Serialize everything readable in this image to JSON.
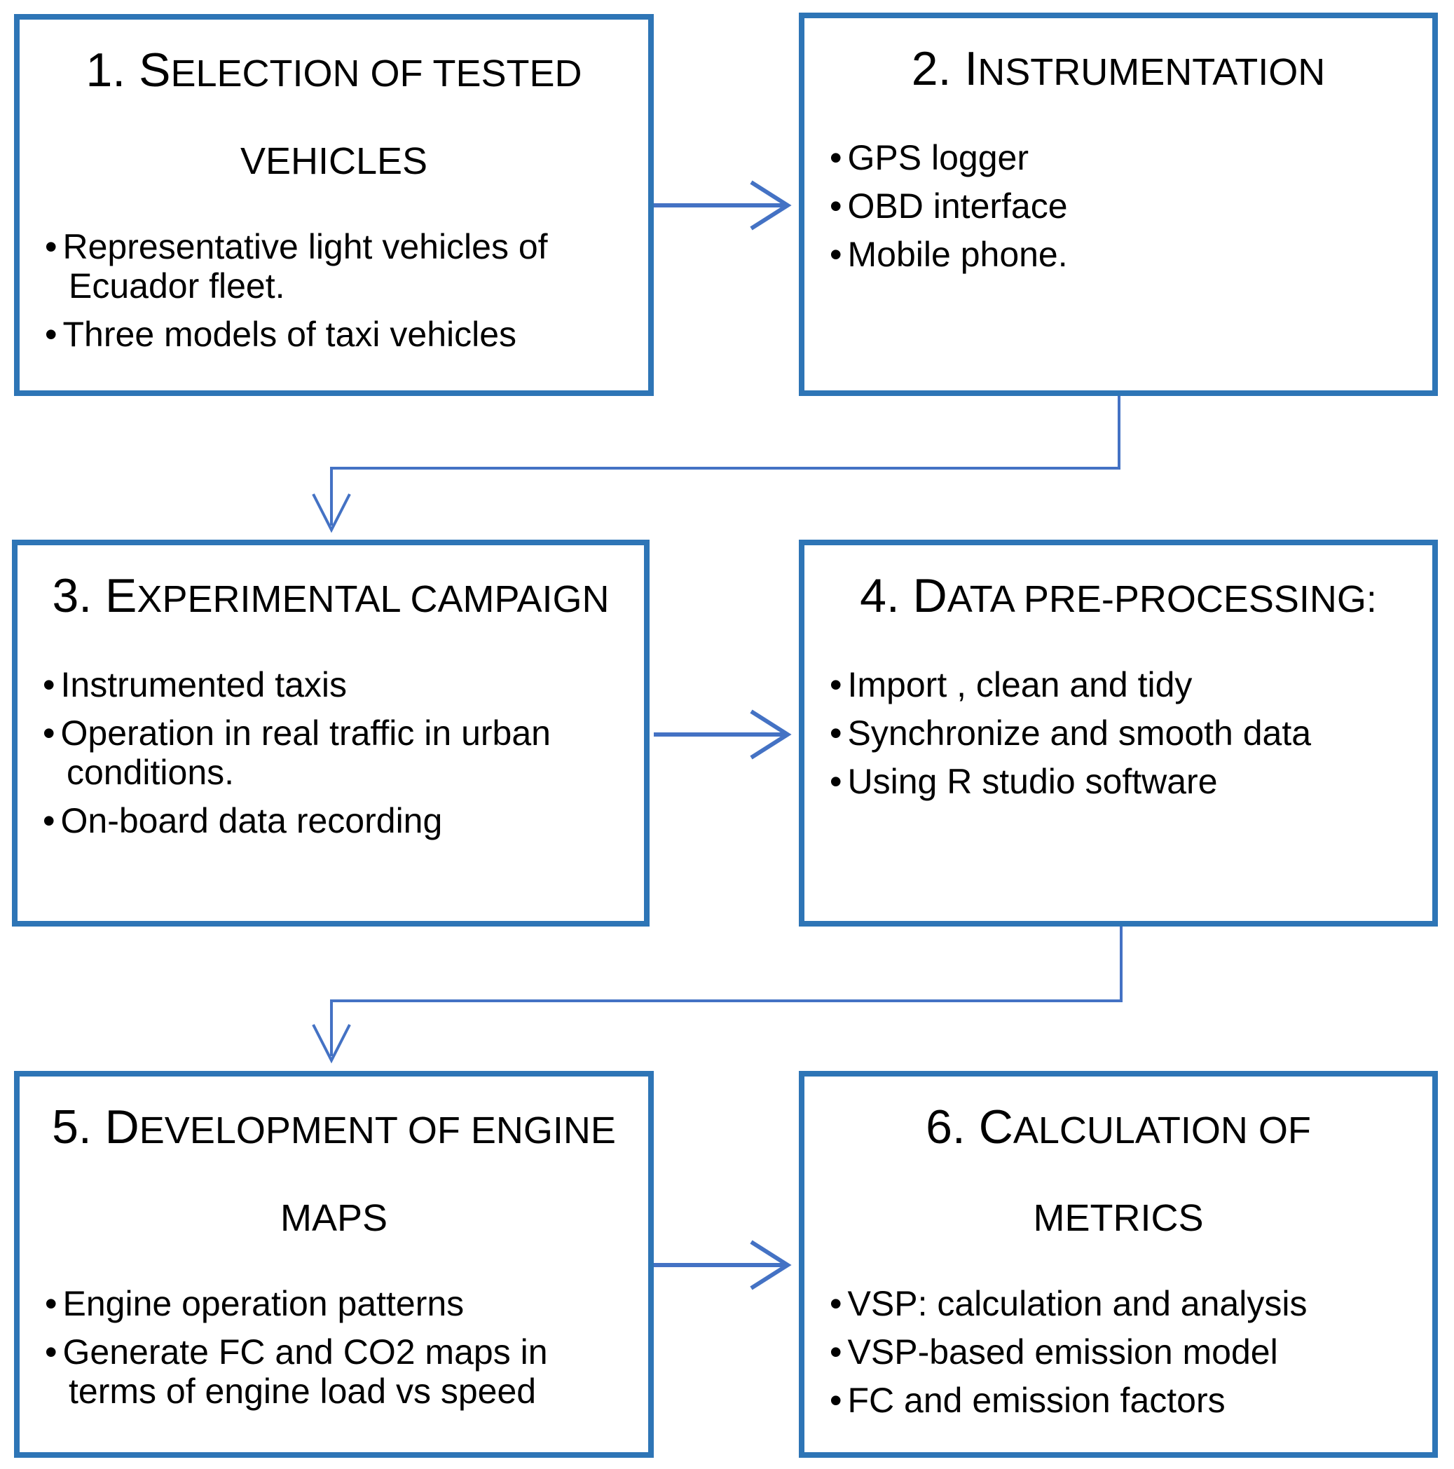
{
  "colors": {
    "box_border": "#2e75b6",
    "connector": "#4472c4",
    "text": "#000000",
    "background": "#ffffff"
  },
  "boxes": [
    {
      "step": "1",
      "title_lines": [
        {
          "big": "1. S",
          "small": "ELECTION OF TESTED"
        },
        {
          "big": "",
          "small": "VEHICLES"
        }
      ],
      "bullets": [
        "Representative light vehicles of Ecuador fleet.",
        "Three models of taxi vehicles"
      ]
    },
    {
      "step": "2",
      "title_lines": [
        {
          "big": "2. I",
          "small": "NSTRUMENTATION"
        }
      ],
      "bullets": [
        "GPS logger",
        "OBD interface",
        "Mobile phone."
      ]
    },
    {
      "step": "3",
      "title_lines": [
        {
          "big": "3. E",
          "small": "XPERIMENTAL CAMPAIGN"
        }
      ],
      "bullets": [
        "Instrumented taxis",
        "Operation in real traffic in urban conditions.",
        "On-board data recording"
      ]
    },
    {
      "step": "4",
      "title_lines": [
        {
          "big": "4. D",
          "small": "ATA PRE-PROCESSING:"
        }
      ],
      "bullets": [
        "Import , clean and tidy",
        "Synchronize and smooth data",
        "Using R studio software"
      ]
    },
    {
      "step": "5",
      "title_lines": [
        {
          "big": "5. D",
          "small": "EVELOPMENT OF ENGINE"
        },
        {
          "big": "",
          "small": "MAPS"
        }
      ],
      "bullets": [
        "Engine operation patterns",
        "Generate FC and CO2 maps in terms of engine load vs speed"
      ]
    },
    {
      "step": "6",
      "title_lines": [
        {
          "big": "6. C",
          "small": "ALCULATION OF"
        },
        {
          "big": "",
          "small": "METRICS"
        }
      ],
      "bullets": [
        "VSP: calculation and analysis",
        "VSP-based emission model",
        "FC and emission factors"
      ]
    }
  ],
  "connectors": [
    {
      "from": "step-1",
      "to": "step-2",
      "type": "arrow-right"
    },
    {
      "from": "step-2",
      "to": "step-3",
      "type": "elbow-arrow-down"
    },
    {
      "from": "step-3",
      "to": "step-4",
      "type": "arrow-right"
    },
    {
      "from": "step-4",
      "to": "step-5",
      "type": "elbow-arrow-down"
    },
    {
      "from": "step-5",
      "to": "step-6",
      "type": "arrow-right"
    }
  ]
}
